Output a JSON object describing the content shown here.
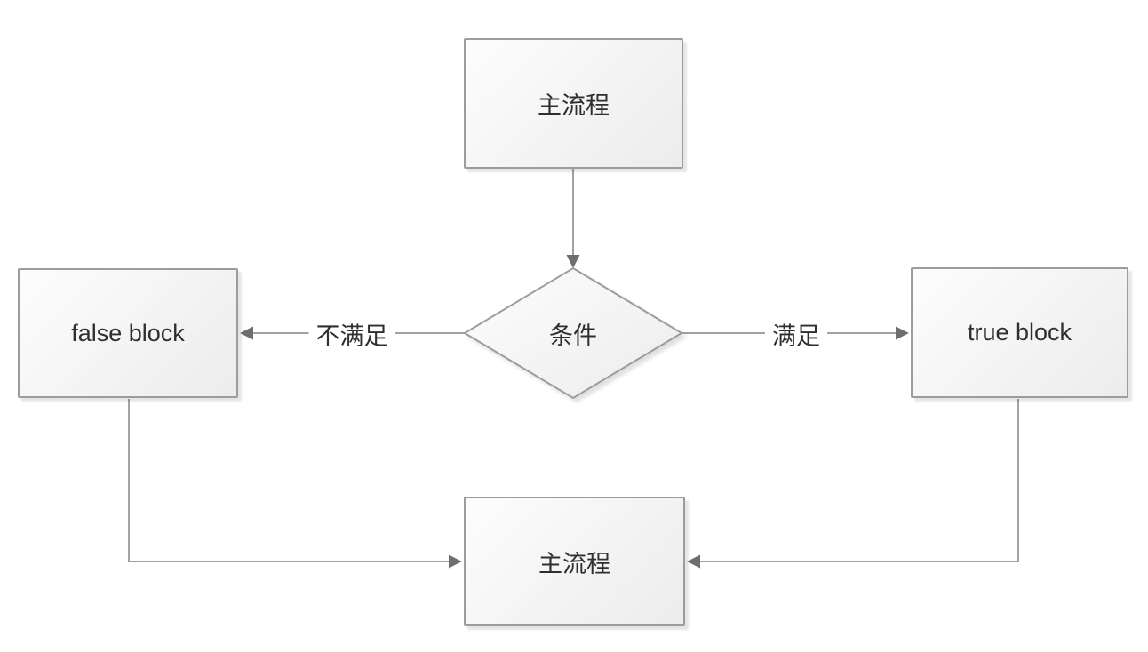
{
  "diagram": {
    "type": "flowchart",
    "colors": {
      "background": "#ffffff",
      "node_fill_start": "#fdfdfd",
      "node_fill_end": "#ececec",
      "node_border": "#9c9c9c",
      "line": "#a2a2a2",
      "arrow": "#6e6e6e",
      "text": "#2f2f2f"
    },
    "nodes": [
      {
        "id": "main-process-top",
        "shape": "rectangle",
        "label": "主流程"
      },
      {
        "id": "condition",
        "shape": "diamond",
        "label": "条件"
      },
      {
        "id": "false-block",
        "shape": "rectangle",
        "label": "false block"
      },
      {
        "id": "true-block",
        "shape": "rectangle",
        "label": "true block"
      },
      {
        "id": "main-process-bottom",
        "shape": "rectangle",
        "label": "主流程"
      }
    ],
    "edges": [
      {
        "from": "main-process-top",
        "to": "condition",
        "label": ""
      },
      {
        "from": "condition",
        "to": "false-block",
        "label": "不满足"
      },
      {
        "from": "condition",
        "to": "true-block",
        "label": "满足"
      },
      {
        "from": "false-block",
        "to": "main-process-bottom",
        "label": ""
      },
      {
        "from": "true-block",
        "to": "main-process-bottom",
        "label": ""
      }
    ]
  }
}
